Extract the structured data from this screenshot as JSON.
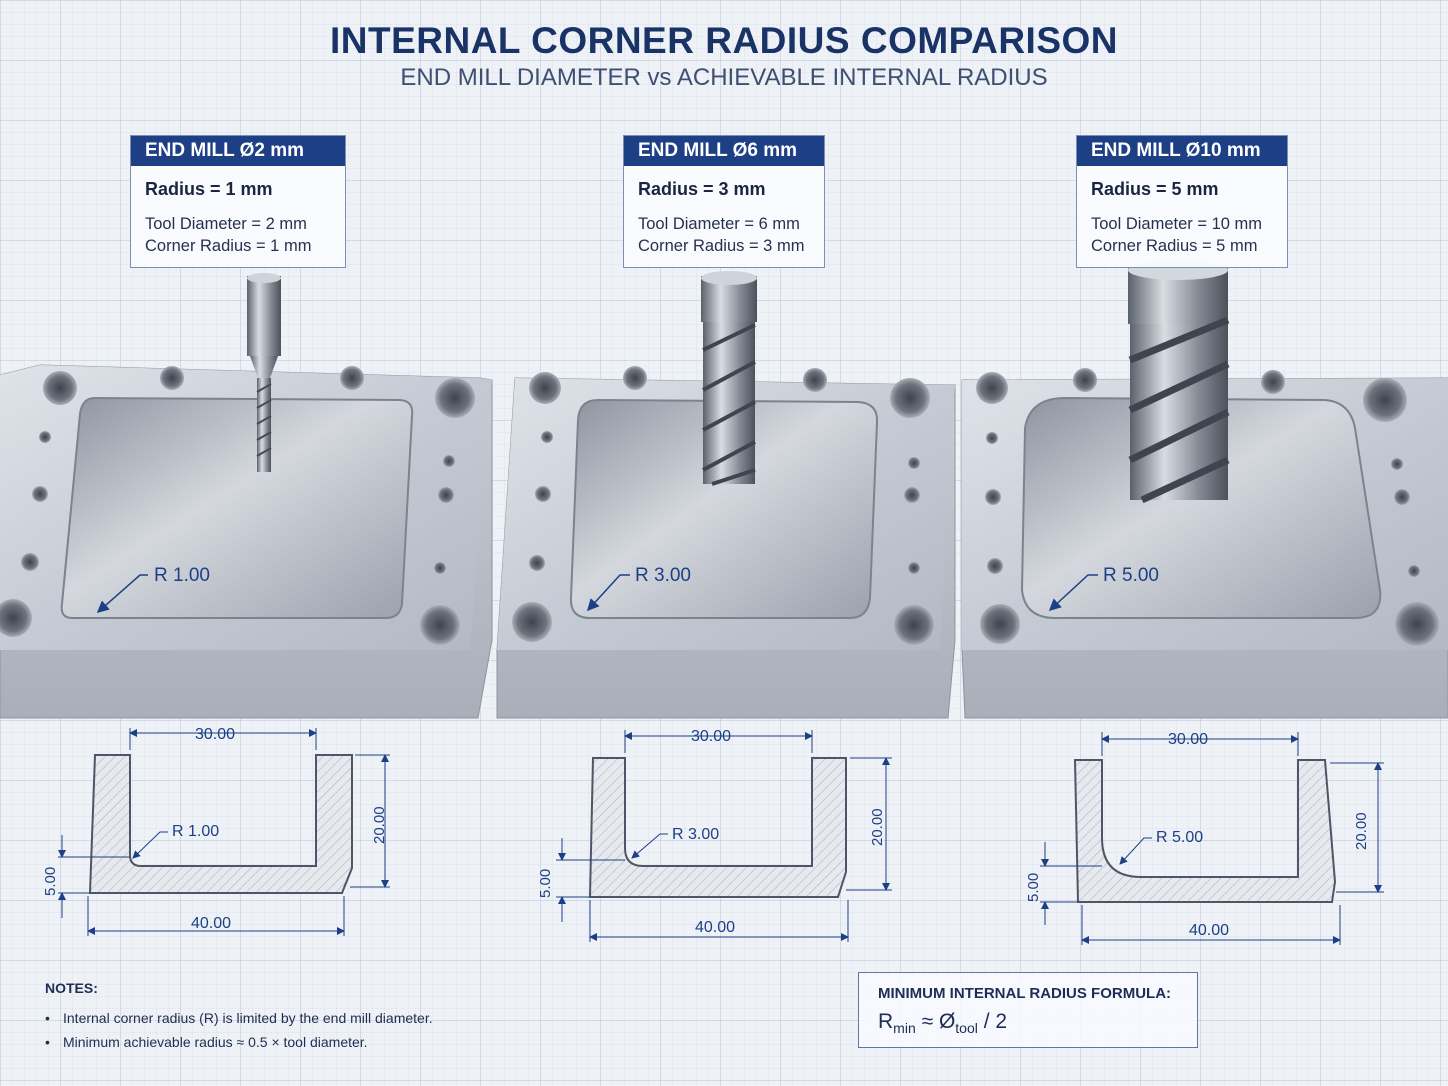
{
  "title": "INTERNAL CORNER RADIUS COMPARISON",
  "subtitle": "END MILL DIAMETER vs ACHIEVABLE INTERNAL RADIUS",
  "panels": [
    {
      "header": "END MILL Ø2 mm",
      "radius_text": "Radius = 1 mm",
      "tool_diameter_text": "Tool Diameter = 2 mm",
      "corner_radius_text": "Corner Radius = 1 mm",
      "block_label": "R 1.00",
      "drawing": {
        "width": "40.00",
        "inner_width": "30.00",
        "height": "20.00",
        "floor": "5.00",
        "radius": "R 1.00"
      }
    },
    {
      "header": "END MILL Ø6 mm",
      "radius_text": "Radius = 3 mm",
      "tool_diameter_text": "Tool Diameter = 6 mm",
      "corner_radius_text": "Corner Radius = 3 mm",
      "block_label": "R 3.00",
      "drawing": {
        "width": "40.00",
        "inner_width": "30.00",
        "height": "20.00",
        "floor": "5.00",
        "radius": "R 3.00"
      }
    },
    {
      "header": "END MILL Ø10 mm",
      "radius_text": "Radius = 5 mm",
      "tool_diameter_text": "Tool Diameter = 10 mm",
      "corner_radius_text": "Corner Radius = 5 mm",
      "block_label": "R 5.00",
      "drawing": {
        "width": "40.00",
        "inner_width": "30.00",
        "height": "20.00",
        "floor": "5.00",
        "radius": "R 5.00"
      }
    }
  ],
  "notes": {
    "title": "NOTES:",
    "items": [
      "Internal corner radius (R) is limited by the end mill diameter.",
      "Minimum achievable radius ≈ 0.5 × tool diameter."
    ]
  },
  "formula": {
    "title": "MINIMUM INTERNAL RADIUS FORMULA:",
    "r": "R",
    "r_sub": "min",
    "approx": "≈",
    "d": "Ø",
    "d_sub": "tool",
    "tail": "/ 2"
  },
  "colors": {
    "title": "#1a3366",
    "label_header": "#1d3f86",
    "dimension": "#1d3f86",
    "metal": "#c4cad3"
  }
}
